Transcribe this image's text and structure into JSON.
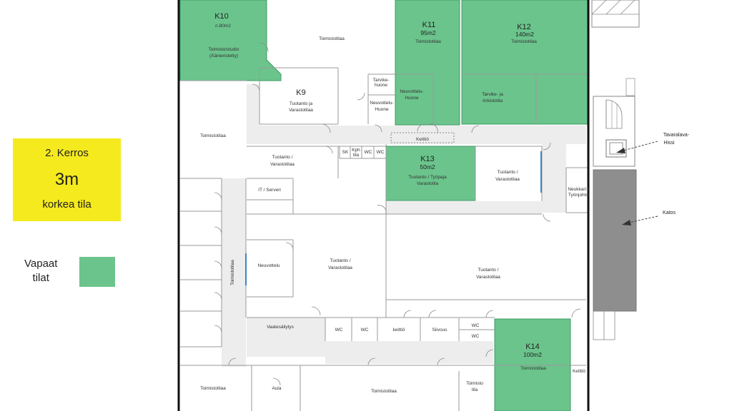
{
  "legend": {
    "floor": "2. Kerros",
    "height": "3m",
    "height_text": "korkea tila",
    "free_label_1": "Vapaat",
    "free_label_2": "tilat"
  },
  "colors": {
    "free_space": "#6bc48c",
    "info_box": "#f5ea1e",
    "canopy": "#8e8e8e",
    "corridor": "#ededed"
  },
  "rooms": {
    "k10": {
      "id": "K10",
      "area": "n.80m2",
      "use1": "Toimisto/studio",
      "use2": "(Äänieristetty)"
    },
    "k11": {
      "id": "K11",
      "area": "95m2",
      "use": "Toimistotilaa"
    },
    "k12": {
      "id": "K12",
      "area": "140m2",
      "use": "Toimistotilaa"
    },
    "k9": {
      "id": "K9",
      "use1": "Tuotanto ja",
      "use2": "Varastotilaa"
    },
    "k13": {
      "id": "K13",
      "area": "50m2",
      "use1": "Tuotanto / Työpaja",
      "use2": "Varastotila"
    },
    "k14": {
      "id": "K14",
      "area": "100m2",
      "use": "Toimistotilaa"
    }
  },
  "labels": {
    "toimistotilaa": "Toimistotilaa",
    "tuotanto": "Tuotanto /",
    "varastotilaa": "Varastotilaa",
    "tarvike1": "Tarvike-",
    "tarvike2": "huone",
    "neuv_huone1": "Neuvottelu-",
    "neuv_huone2": "Huone",
    "tarvike_ja1": "Tarvike- ja",
    "tarvike_ja2": "Arkistotila",
    "keittio_small": "Keittiö",
    "sk": "SK",
    "kph1": "Kph",
    "kph2": "tila",
    "wc": "WC",
    "it_serveri": "IT / Serveri",
    "neuvottelu": "Neuvottelu",
    "neukkari1": "Neukkari /",
    "neukkari2": "Työnjohto",
    "vaatesailytys": "Vaatesäilytys",
    "keittio": "keittiö",
    "siivous": "Siivous",
    "aula": "Aula",
    "toimisto": "Toimisto",
    "tila": "tila",
    "toimistotilaa_vert": "Toimistotilaa",
    "keittio_right": "Keittiö",
    "tavaralava1": "Tavaralava-",
    "tavaralava2": "Hissi",
    "katos": "Katos"
  }
}
